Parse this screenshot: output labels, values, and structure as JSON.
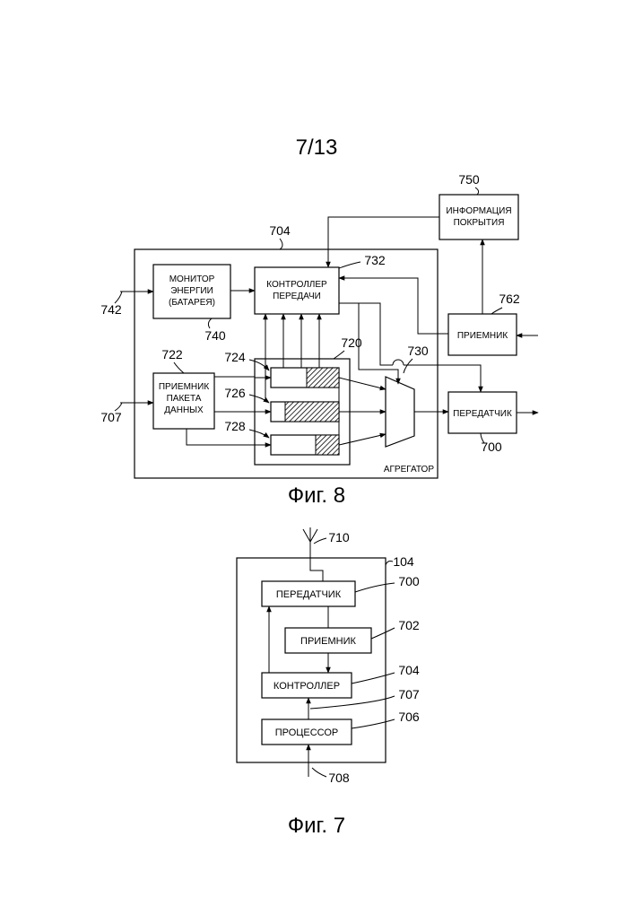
{
  "page_number": "7/13",
  "fig8": {
    "caption": "Фиг. 8",
    "labels": {
      "energy_monitor": [
        "МОНИТОР",
        "ЭНЕРГИИ",
        "(БАТАРЕЯ)"
      ],
      "tx_controller": [
        "КОНТРОЛЛЕР",
        "ПЕРЕДАЧИ"
      ],
      "coverage_info": [
        "ИНФОРМАЦИЯ",
        "ПОКРЫТИЯ"
      ],
      "receiver": "ПРИЕМНИК",
      "packet_receiver": [
        "ПРИЕМНИК",
        "ПАКЕТА",
        "ДАННЫХ"
      ],
      "transmitter": "ПЕРЕДАТЧИК",
      "aggregator": "АГРЕГАТОР"
    },
    "refs": {
      "r704": "704",
      "r750": "750",
      "r732": "732",
      "r742": "742",
      "r740": "740",
      "r762": "762",
      "r722": "722",
      "r720": "720",
      "r724": "724",
      "r730": "730",
      "r726": "726",
      "r707": "707",
      "r728": "728",
      "r700": "700"
    }
  },
  "fig7": {
    "caption": "Фиг. 7",
    "labels": {
      "transmitter": "ПЕРЕДАТЧИК",
      "receiver": "ПРИЕМНИК",
      "controller": "КОНТРОЛЛЕР",
      "processor": "ПРОЦЕССОР"
    },
    "refs": {
      "r710": "710",
      "r104": "104",
      "r700": "700",
      "r702": "702",
      "r704": "704",
      "r707": "707",
      "r706": "706",
      "r708": "708"
    }
  }
}
